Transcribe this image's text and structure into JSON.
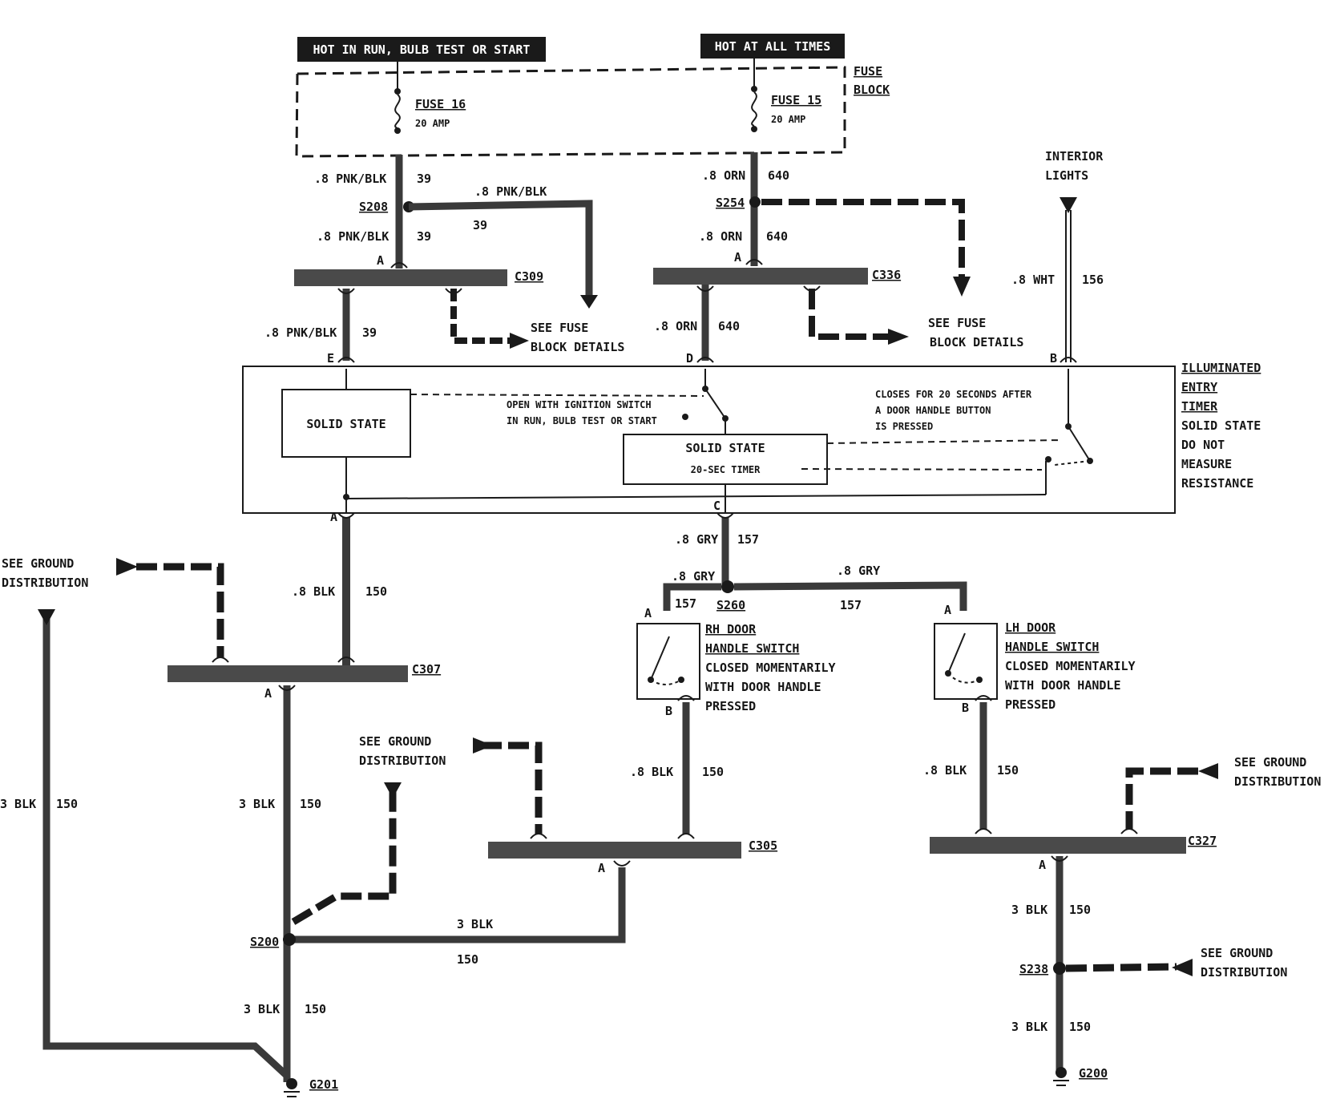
{
  "headers": {
    "hot_run": "HOT IN RUN, BULB TEST OR START",
    "hot_always": "HOT AT ALL TIMES"
  },
  "fuse_block": {
    "label_1": "FUSE",
    "label_2": "BLOCK",
    "fuse16_name": "FUSE 16",
    "fuse16_rating": "20 AMP",
    "fuse15_name": "FUSE 15",
    "fuse15_rating": "20 AMP"
  },
  "wires": {
    "pnk_blk": ".8 PNK/BLK",
    "pnk_blk_num": "39",
    "orn": ".8 ORN",
    "orn_num": "640",
    "wht": ".8 WHT",
    "wht_num": "156",
    "gry": ".8 GRY",
    "gry_num": "157",
    "blk08": ".8 BLK",
    "blk3": "3 BLK",
    "blk_num": "150"
  },
  "splices": {
    "s208": "S208",
    "s254": "S254",
    "s260": "S260",
    "s200": "S200",
    "s238": "S238"
  },
  "connectors": {
    "c309": "C309",
    "c336": "C336",
    "c307": "C307",
    "c305": "C305",
    "c327": "C327"
  },
  "grounds": {
    "g201": "G201",
    "g200": "G200"
  },
  "pins": {
    "a": "A",
    "b": "B",
    "c": "C",
    "d": "D",
    "e": "E"
  },
  "refs": {
    "see_fuse_1": "SEE FUSE",
    "see_fuse_2": "BLOCK DETAILS",
    "see_ground_1": "SEE GROUND",
    "see_ground_2": "DISTRIBUTION",
    "interior_1": "INTERIOR",
    "interior_2": "LIGHTS"
  },
  "timer": {
    "title_1": "ILLUMINATED",
    "title_2": "ENTRY",
    "title_3": "TIMER",
    "note_1": "SOLID STATE",
    "note_2": "DO NOT",
    "note_3": "MEASURE",
    "note_4": "RESISTANCE",
    "solid_state": "SOLID STATE",
    "timer_box_1": "SOLID STATE",
    "timer_box_2": "20-SEC TIMER",
    "open_note_1": "OPEN WITH IGNITION SWITCH",
    "open_note_2": "IN RUN, BULB TEST OR START",
    "close_note_1": "CLOSES FOR 20 SECONDS AFTER",
    "close_note_2": "A DOOR HANDLE BUTTON",
    "close_note_3": "IS PRESSED"
  },
  "switches": {
    "rh_1": "RH DOOR",
    "rh_2": "HANDLE SWITCH",
    "lh_1": "LH DOOR",
    "lh_2": "HANDLE SWITCH",
    "note_1": "CLOSED MOMENTARILY",
    "note_2": "WITH DOOR HANDLE",
    "note_3": "PRESSED"
  }
}
